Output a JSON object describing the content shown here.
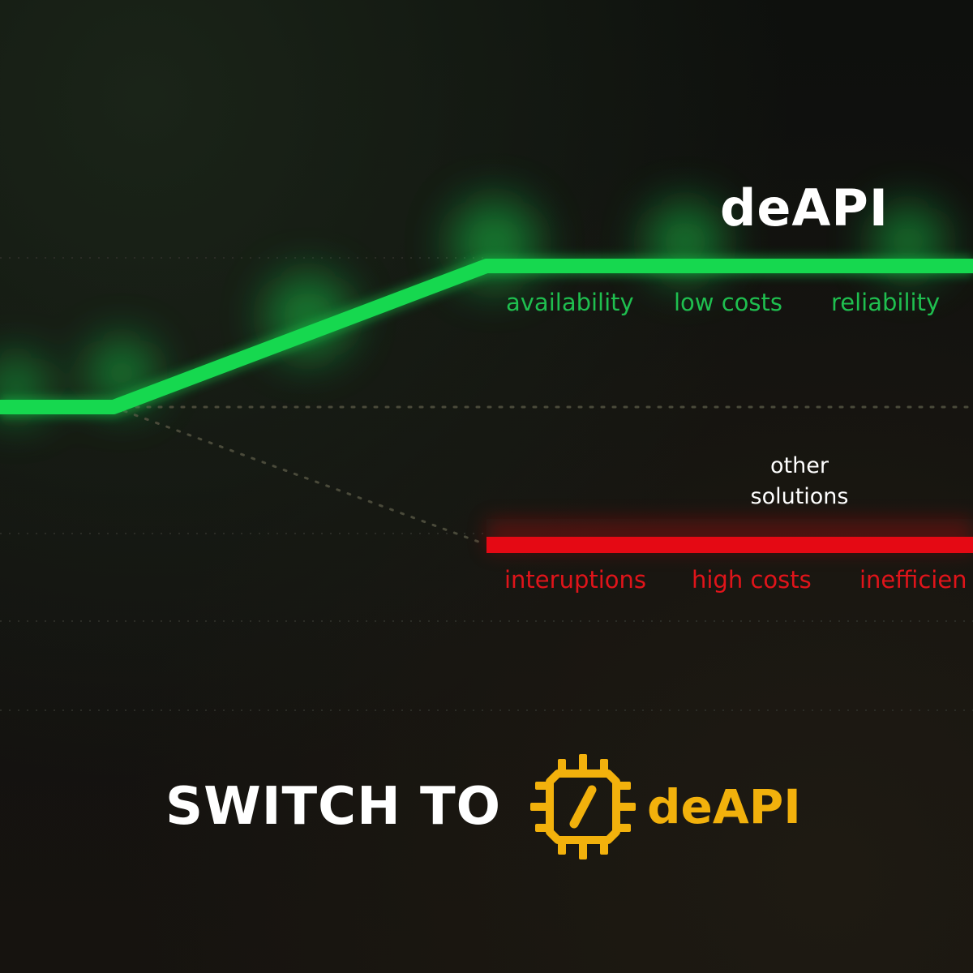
{
  "title": "deAPI",
  "deapi_benefits": [
    "availability",
    "low costs",
    "reliability"
  ],
  "other_label_line1": "other",
  "other_label_line2": "solutions",
  "other_drawbacks": [
    "interuptions",
    "high costs",
    "inefficien"
  ],
  "cta": {
    "text": "SWITCH TO",
    "brand": "deAPI"
  },
  "colors": {
    "green": "#16d84f",
    "red": "#e50914",
    "brand_yellow": "#f2b10c",
    "background": "#0f0f0c"
  },
  "icons": [
    "chip-slash-logo"
  ]
}
